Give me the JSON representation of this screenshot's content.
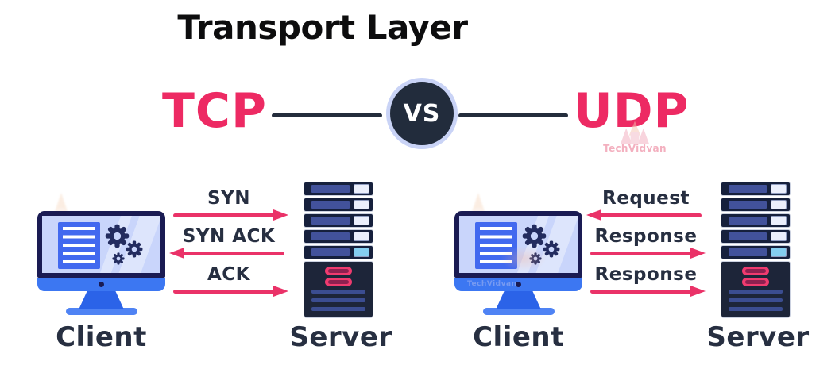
{
  "title": "Transport Layer",
  "versus": {
    "left": "TCP",
    "badge": "VS",
    "right": "UDP"
  },
  "watermark": {
    "brand": "TechVidvan"
  },
  "panels": [
    {
      "id": "tcp",
      "client_label": "Client",
      "server_label": "Server",
      "messages": [
        {
          "label": "SYN",
          "direction": "right"
        },
        {
          "label": "SYN ACK",
          "direction": "left"
        },
        {
          "label": "ACK",
          "direction": "right"
        }
      ]
    },
    {
      "id": "udp",
      "client_label": "Client",
      "server_label": "Server",
      "messages": [
        {
          "label": "Request",
          "direction": "left"
        },
        {
          "label": "Response",
          "direction": "right"
        },
        {
          "label": "Response",
          "direction": "right"
        }
      ]
    }
  ],
  "colors": {
    "title_black": "#0D0D0E",
    "accent_pink": "#ED2A63",
    "arrow_pink": "#EA3268",
    "dark_line": "#242D3C",
    "badge_fill": "#222C3C",
    "badge_ring": "#C9D3F6",
    "text_dark": "#272F41",
    "bezel_navy": "#1A1B53",
    "screen_blue": "#C9D5FB",
    "chin_blue": "#3C77F2",
    "stand_blue": "#2B63E8",
    "base_blue": "#4F83F4",
    "doc_blue": "#4269EF",
    "gear_navy": "#232C5F",
    "server_unit": "#16203C",
    "server_panel": "#42529B",
    "server_tower": "#1D2539",
    "led_white": "#EBEFFC",
    "led_cyan": "#84CEF0",
    "slot_pink": "#EF3B6F",
    "slot_inner": "#8E2150",
    "server_line": "#3B4D91",
    "watermark_pink": "#F2A3B5"
  }
}
